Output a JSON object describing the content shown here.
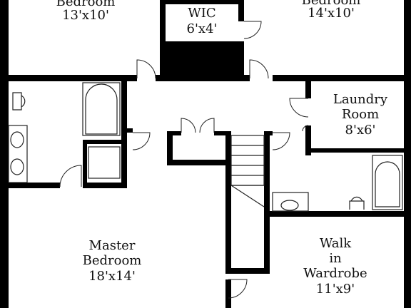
{
  "rooms": [
    {
      "name": "Bedroom",
      "size": "13'x10'"
    },
    {
      "name": "WIC",
      "size": "6'x4'"
    },
    {
      "name": "Bedroom",
      "size": "14'x10'"
    },
    {
      "name": "Laundry",
      "name2": "Room",
      "size": "8'x6'"
    },
    {
      "name": "Master",
      "name2": "Bedroom",
      "size": "18'x14'"
    },
    {
      "name": "Walk",
      "name2": "in",
      "name3": "Wardrobe",
      "size": "11'x9'"
    }
  ],
  "colors": {
    "wall": "#000000",
    "background": "#ffffff",
    "text": "#111111"
  }
}
